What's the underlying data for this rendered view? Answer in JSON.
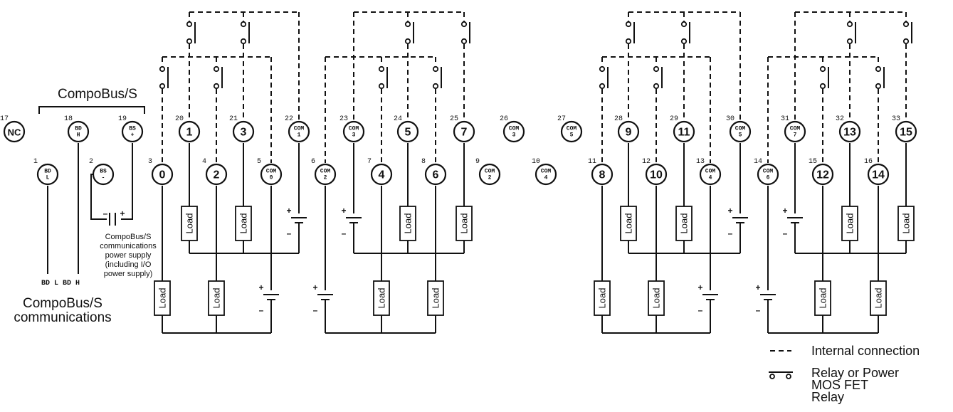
{
  "labels": {
    "compobus_top": "CompoBus/S",
    "power_supply": [
      "CompoBus/S",
      "communications",
      "power supply",
      "(including I/O",
      "power supply)"
    ],
    "bd_lines": "BD L BD H",
    "communications": [
      "CompoBus/S",
      "communications"
    ],
    "load": "Load"
  },
  "legend": {
    "internal": "Internal connection",
    "relay": [
      "Relay or Power",
      "MOS FET",
      "Relay"
    ]
  },
  "terminals": [
    {
      "pin": "17",
      "sym": "NC"
    },
    {
      "pin": "18",
      "sym": "BD H"
    },
    {
      "pin": "19",
      "sym": "BS +"
    },
    {
      "pin": "1",
      "sym": "BD L"
    },
    {
      "pin": "2",
      "sym": "BS -"
    },
    {
      "pin": "3",
      "sym": "0"
    },
    {
      "pin": "20",
      "sym": "1"
    },
    {
      "pin": "4",
      "sym": "2"
    },
    {
      "pin": "21",
      "sym": "3"
    },
    {
      "pin": "5",
      "sym": "COM 0"
    },
    {
      "pin": "22",
      "sym": "COM 1"
    },
    {
      "pin": "6",
      "sym": "COM 2"
    },
    {
      "pin": "23",
      "sym": "COM 3"
    },
    {
      "pin": "7",
      "sym": "4"
    },
    {
      "pin": "24",
      "sym": "5"
    },
    {
      "pin": "8",
      "sym": "6"
    },
    {
      "pin": "25",
      "sym": "7"
    },
    {
      "pin": "9",
      "sym": "COM 2"
    },
    {
      "pin": "26",
      "sym": "COM 3"
    },
    {
      "pin": "10",
      "sym": "COM 4"
    },
    {
      "pin": "27",
      "sym": "COM 5"
    },
    {
      "pin": "11",
      "sym": "8"
    },
    {
      "pin": "28",
      "sym": "9"
    },
    {
      "pin": "12",
      "sym": "10"
    },
    {
      "pin": "29",
      "sym": "11"
    },
    {
      "pin": "13",
      "sym": "COM 4"
    },
    {
      "pin": "30",
      "sym": "COM 5"
    },
    {
      "pin": "14",
      "sym": "COM 6"
    },
    {
      "pin": "31",
      "sym": "COM 7"
    },
    {
      "pin": "15",
      "sym": "12"
    },
    {
      "pin": "32",
      "sym": "13"
    },
    {
      "pin": "16",
      "sym": "14"
    },
    {
      "pin": "33",
      "sym": "15"
    }
  ]
}
